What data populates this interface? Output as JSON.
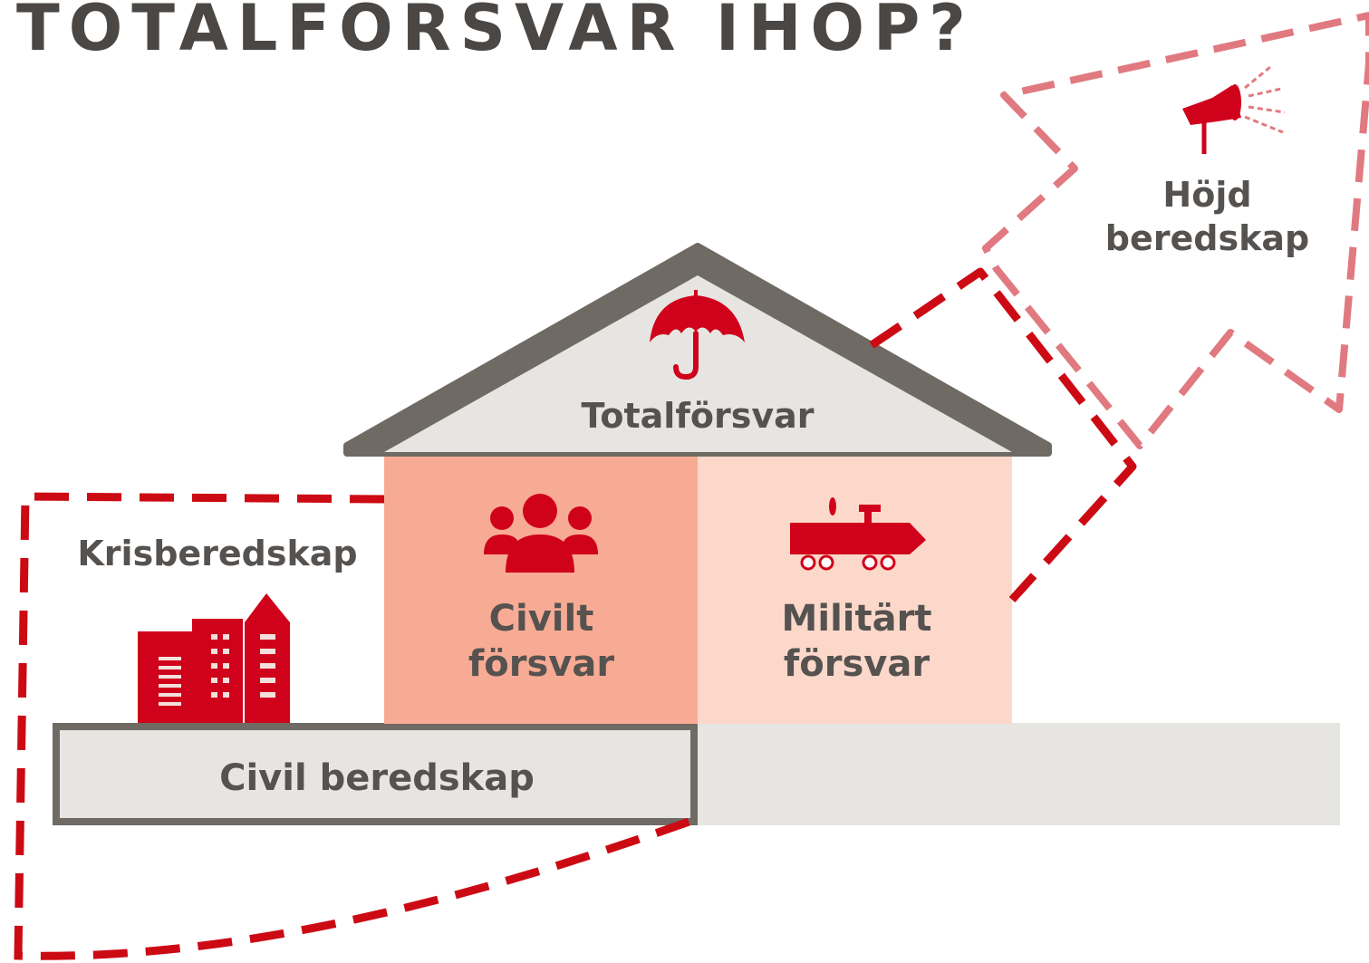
{
  "title": "TOTALFÖRSVAR IHOP?",
  "labels": {
    "hojd_line1": "Höjd",
    "hojd_line2": "beredskap",
    "totalforsvar": "Totalförsvar",
    "krisberedskap": "Krisberedskap",
    "civilt_line1": "Civilt",
    "civilt_line2": "försvar",
    "militart_line1": "Militärt",
    "militart_line2": "försvar",
    "civil_beredskap": "Civil beredskap"
  },
  "icons": [
    "umbrella-icon",
    "people-icon",
    "armored-vehicle-icon",
    "city-buildings-icon",
    "megaphone-icon"
  ],
  "colors": {
    "accent_red": "#d0021b",
    "dashed_red": "#cc0a14",
    "dashed_pink": "#e07a80",
    "roof_gray": "#6f6a64",
    "roof_fill": "#e6e5e1",
    "civil_fill": "#f8ab94",
    "military_fill": "#fcd8ca",
    "foundation_fill": "#e6e5e1",
    "text_gray": "#555250"
  }
}
